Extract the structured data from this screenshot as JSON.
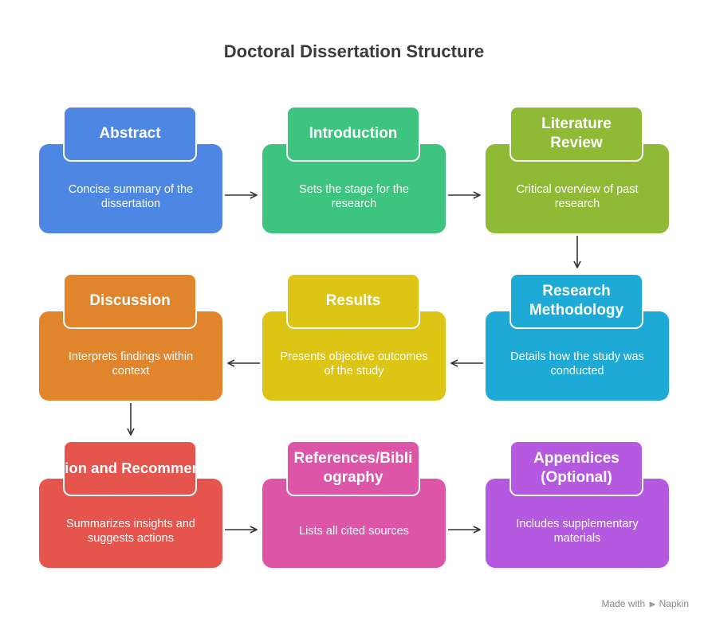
{
  "title": "Doctoral Dissertation Structure",
  "cards": [
    {
      "title": "Abstract",
      "desc": "Concise summary of the dissertation",
      "color": "#4d87e3"
    },
    {
      "title": "Introduction",
      "desc": "Sets the stage for the research",
      "color": "#3dc47e"
    },
    {
      "title": "Literature Review",
      "desc": "Critical overview of past research",
      "color": "#8fba36"
    },
    {
      "title": "Research Methodology",
      "desc": "Details how the study was conducted",
      "color": "#1daad6"
    },
    {
      "title": "Results",
      "desc": "Presents objective outcomes of the study",
      "color": "#dcc514"
    },
    {
      "title": "Discussion",
      "desc": "Interprets findings within context",
      "color": "#e0852b"
    },
    {
      "title": "Conclusion and Recommendations",
      "desc": "Summarizes insights and suggests actions",
      "color": "#e5544d"
    },
    {
      "title": "References/Bibliography",
      "desc": "Lists all cited sources",
      "color": "#dd55a7"
    },
    {
      "title": "Appendices (Optional)",
      "desc": "Includes supplementary materials",
      "color": "#b55ae0"
    }
  ],
  "footer": {
    "made_with": "Made with",
    "brand": "Napkin"
  }
}
